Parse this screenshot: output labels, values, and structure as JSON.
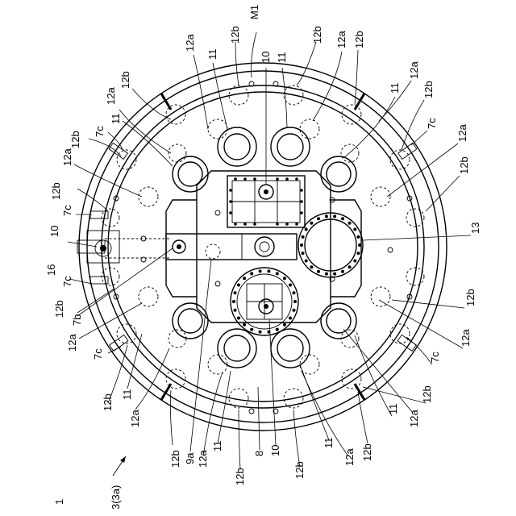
{
  "figure": {
    "sheet_number": "1",
    "label_3_3a": "3(3a)",
    "labels": {
      "M1": "M1",
      "n10": "10",
      "n11": "11",
      "n12a": "12a",
      "n12b": "12b",
      "n13": "13",
      "n16": "16",
      "n7b": "7b",
      "n7c": "7c",
      "n8": "8",
      "n9a": "9a"
    }
  }
}
